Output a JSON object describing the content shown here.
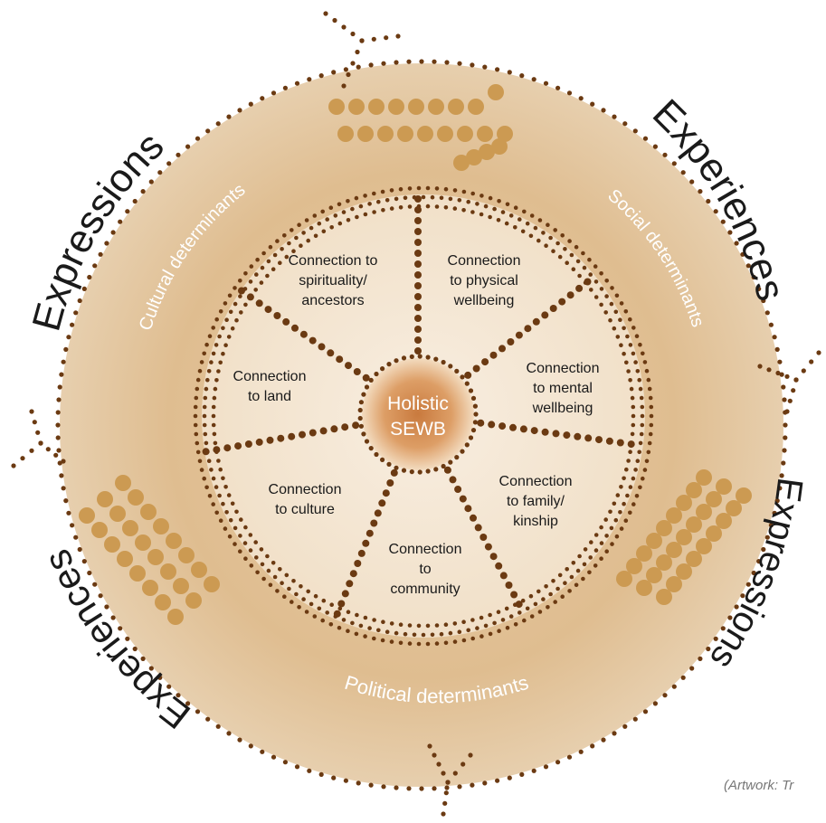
{
  "centre": {
    "line1": "Holistic",
    "line2": "SEWB"
  },
  "domains": [
    {
      "id": "spirituality",
      "lines": [
        "Connection to",
        "spirituality/",
        "ancestors"
      ]
    },
    {
      "id": "physical",
      "lines": [
        "Connection",
        "to physical",
        "wellbeing"
      ]
    },
    {
      "id": "mental",
      "lines": [
        "Connection",
        "to mental",
        "wellbeing"
      ]
    },
    {
      "id": "family",
      "lines": [
        "Connection",
        "to family/",
        "kinship"
      ]
    },
    {
      "id": "community",
      "lines": [
        "Connection",
        "to",
        "community"
      ]
    },
    {
      "id": "culture",
      "lines": [
        "Connection",
        "to culture"
      ]
    },
    {
      "id": "land",
      "lines": [
        "Connection",
        "to land"
      ]
    }
  ],
  "determinants": {
    "cultural": "Cultural determinants",
    "social": "Social determinants",
    "political": "Political determinants"
  },
  "outer_words": {
    "expressions_left": "Expressions",
    "experiences_right": "Experiences",
    "expressions_right": "Expressions",
    "experiences_left": "Experiences"
  },
  "credit": "(Artwork: Tr",
  "colors": {
    "outer_ring": "#e3c49a",
    "inner_disc": "#f6ead9",
    "dots_dark": "#6b3a12",
    "dots_gold": "#cc9a52",
    "centre_glow": "#d7945a",
    "white_text": "#ffffff",
    "dark_text": "#1a1a1a"
  }
}
